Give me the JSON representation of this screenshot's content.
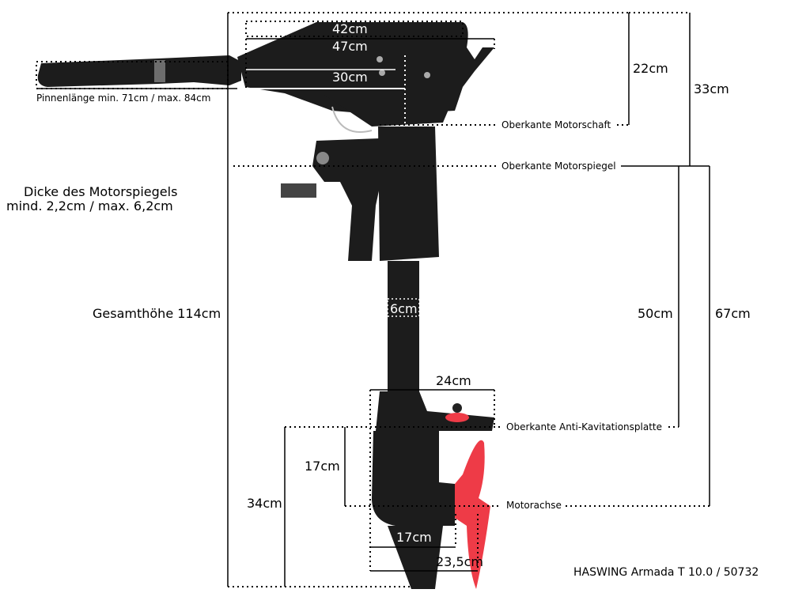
{
  "colors": {
    "motor": "#1c1c1c",
    "propeller": "#ee3b47",
    "lines": "#000000",
    "overlay_lines": "#ffffff"
  },
  "labels": {
    "cover_width_42": "42cm",
    "cover_width_47": "47cm",
    "head_depth_30": "30cm",
    "tiller_length": "Pinnenlänge min. 71cm / max. 84cm",
    "height_22": "22cm",
    "height_33": "33cm",
    "shaft_top": "Oberkante Motorschaft",
    "transom_top": "Oberkante Motorspiegel",
    "transom_thickness_line1": "Dicke des Motorspiegels",
    "transom_thickness_line2": "mind. 2,2cm / max. 6,2cm",
    "total_height": "Gesamthöhe 114cm",
    "shaft_diameter": "6cm",
    "height_50": "50cm",
    "height_67": "67cm",
    "plate_width": "24cm",
    "anti_cavitation_top": "Oberkante Anti-Kavitationsplatte",
    "height_17": "17cm",
    "height_34": "34cm",
    "motor_axis": "Motorachse",
    "lower_width_17": "17cm",
    "lower_width_235": "23,5cm",
    "product": "HASWING Armada T 10.0 / 50732"
  }
}
